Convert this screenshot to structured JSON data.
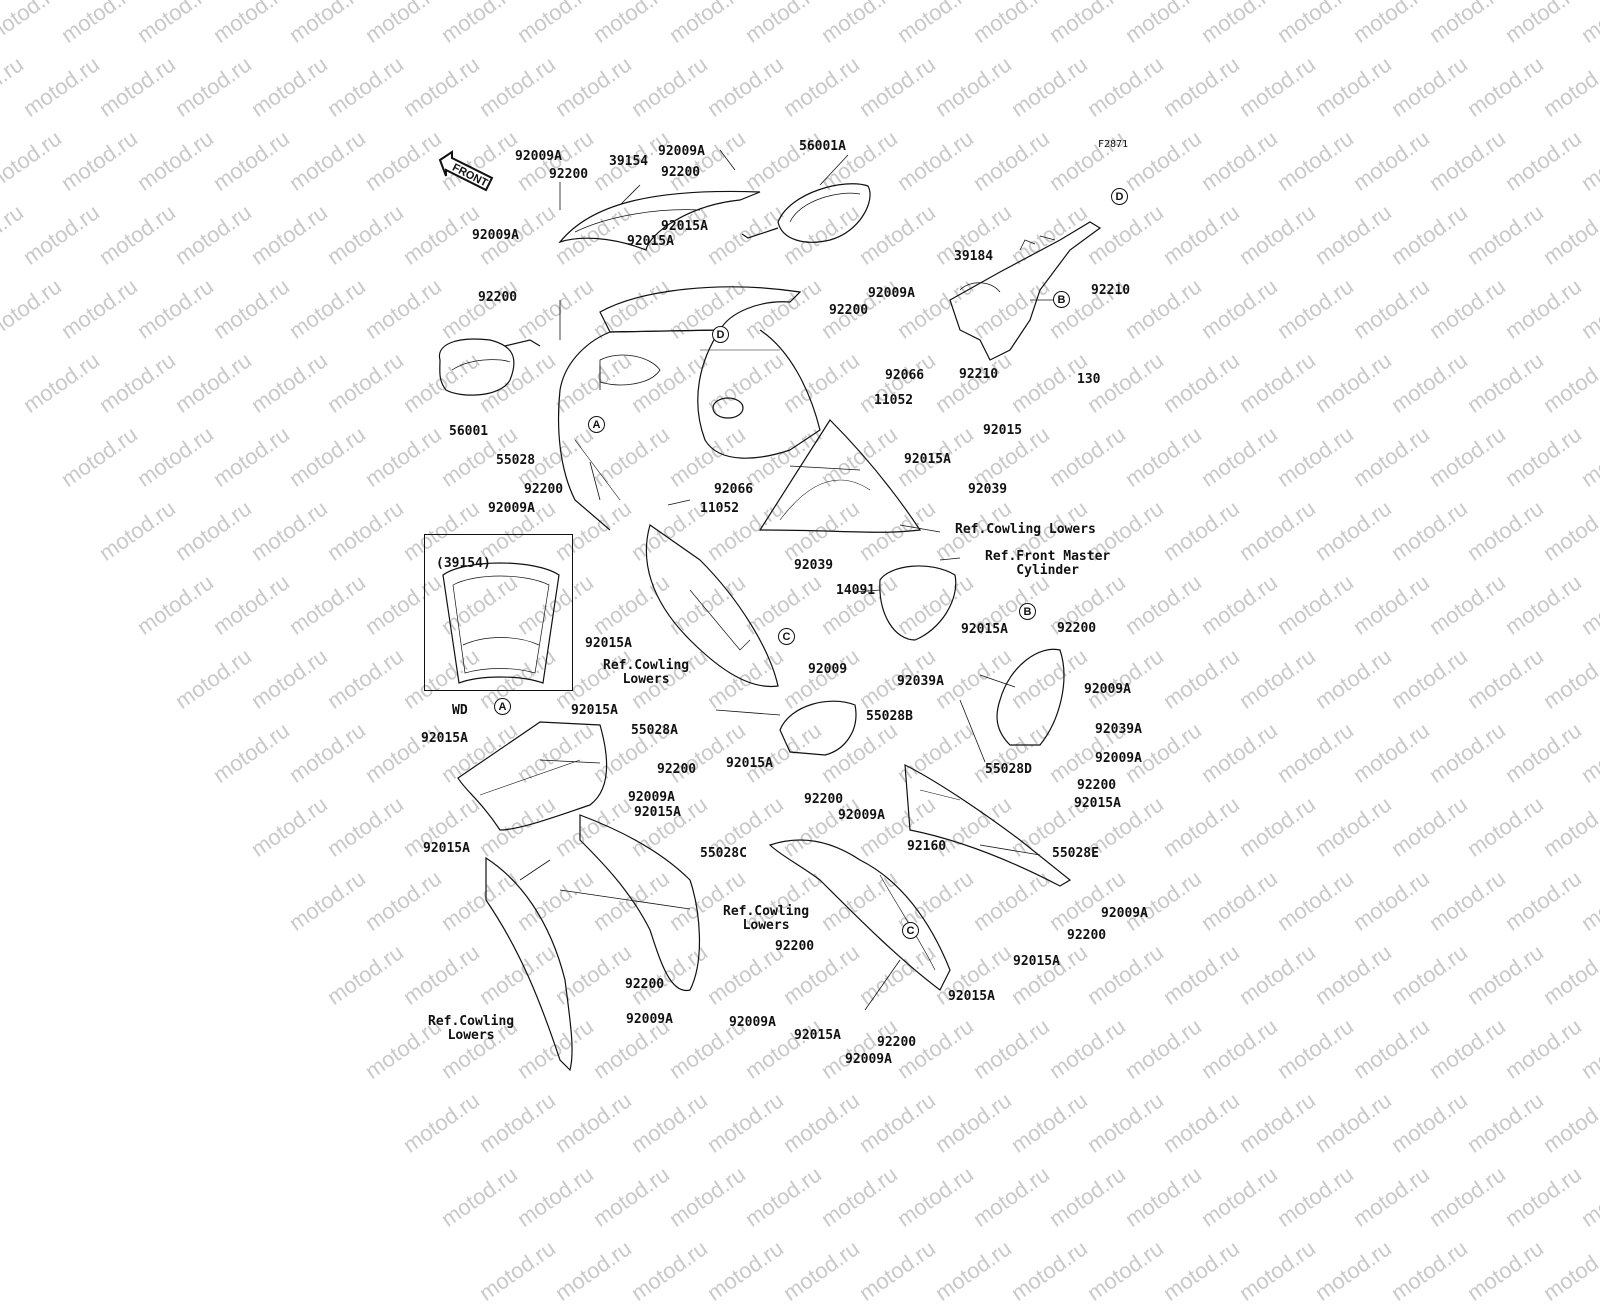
{
  "watermark": "motod.ru",
  "figure_id": "F2871",
  "front_arrow": "FRONT",
  "inset": {
    "label": "(39154)",
    "code": "WD"
  },
  "callouts": [
    "A",
    "B",
    "C",
    "D"
  ],
  "part_numbers": {
    "p92009A": "92009A",
    "p92200": "92200",
    "p39154": "39154",
    "p56001A": "56001A",
    "p92015A": "92015A",
    "p56001": "56001",
    "p55028": "55028",
    "p92066": "92066",
    "p11052": "11052",
    "p39184": "39184",
    "p92210": "92210",
    "p130": "130",
    "p92015": "92015",
    "p92039": "92039",
    "p14091": "14091",
    "p92009": "92009",
    "p92039A": "92039A",
    "p55028A": "55028A",
    "p55028B": "55028B",
    "p55028C": "55028C",
    "p55028D": "55028D",
    "p55028E": "55028E",
    "p92160": "92160"
  },
  "references": {
    "cowling_lowers": "Ref.Cowling Lowers",
    "cowling_lowers_split": [
      "Ref.Cowling",
      "Lowers"
    ],
    "front_master_cylinder": [
      "Ref.Front Master",
      "Cylinder"
    ]
  },
  "colors": {
    "line": "#111111",
    "watermark": "#c9c9c9",
    "background": "#ffffff"
  }
}
